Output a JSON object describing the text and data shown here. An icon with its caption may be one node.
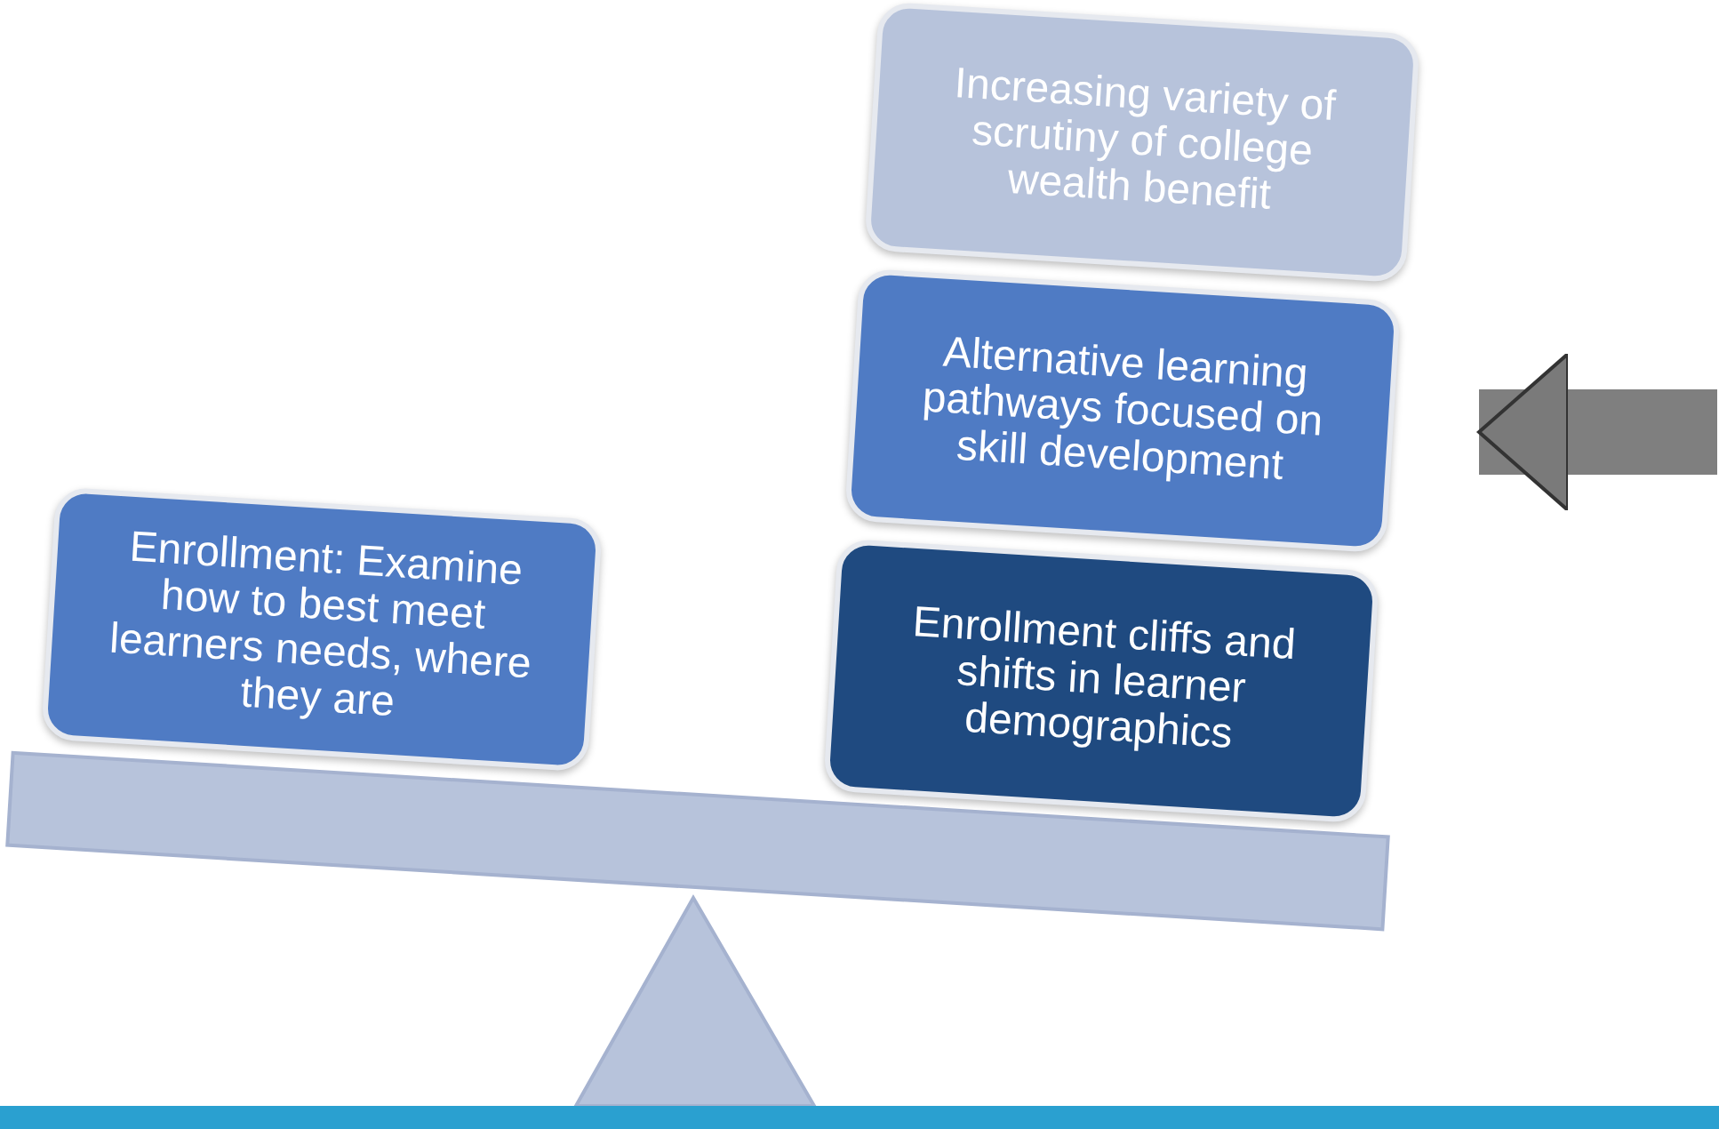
{
  "diagram": {
    "nodes": [
      {
        "text": [
          "Increasing variety of scrutiny of college wealth benefit"
        ]
      },
      {
        "text": [
          "Alternative learning pathways focused on skill development"
        ]
      },
      {
        "text": [
          "Enrollment cliffs and shifts in learner demographics"
        ]
      },
      {
        "text": [
          "Enrollment: Examine how to best meet learners needs, where they are"
        ]
      }
    ],
    "edges": [
      {
        "from": null,
        "to": 1,
        "arrow": "to"
      }
    ]
  }
}
